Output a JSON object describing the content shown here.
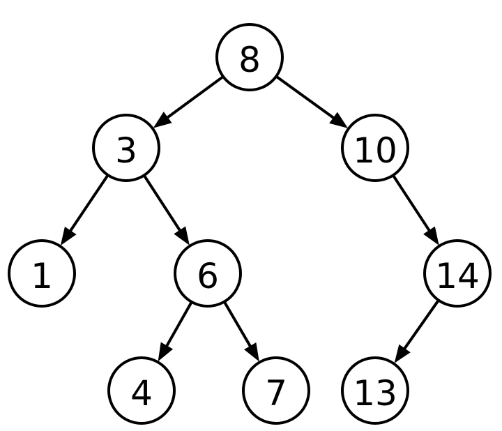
{
  "diagram": {
    "type": "binary-search-tree",
    "nodes": [
      {
        "id": "n8",
        "label": "8"
      },
      {
        "id": "n3",
        "label": "3"
      },
      {
        "id": "n10",
        "label": "10"
      },
      {
        "id": "n1",
        "label": "1"
      },
      {
        "id": "n6",
        "label": "6"
      },
      {
        "id": "n14",
        "label": "14"
      },
      {
        "id": "n4",
        "label": "4"
      },
      {
        "id": "n7",
        "label": "7"
      },
      {
        "id": "n13",
        "label": "13"
      }
    ],
    "edges": [
      {
        "from": "n8",
        "to": "n3"
      },
      {
        "from": "n8",
        "to": "n10"
      },
      {
        "from": "n3",
        "to": "n1"
      },
      {
        "from": "n3",
        "to": "n6"
      },
      {
        "from": "n10",
        "to": "n14"
      },
      {
        "from": "n6",
        "to": "n4"
      },
      {
        "from": "n6",
        "to": "n7"
      },
      {
        "from": "n14",
        "to": "n13"
      }
    ]
  }
}
